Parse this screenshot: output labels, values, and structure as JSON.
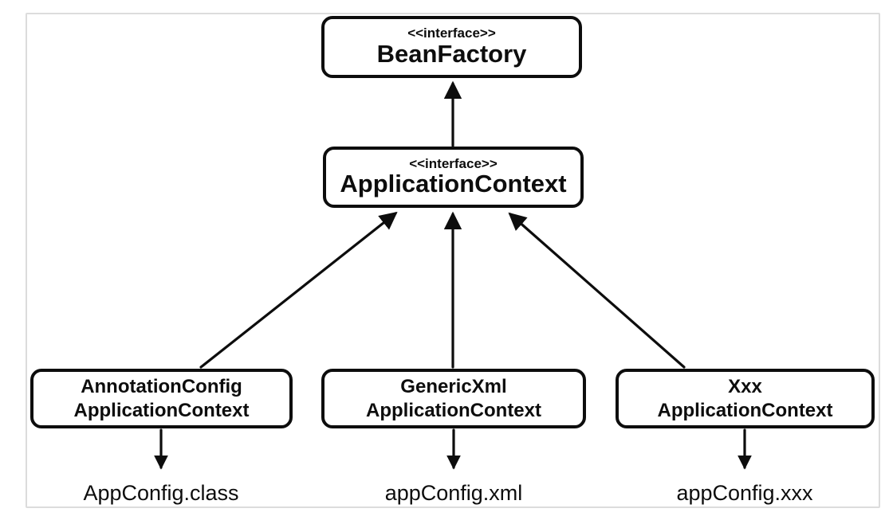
{
  "diagram": {
    "colors": {
      "background": "#ffffff",
      "stroke": "#0d0d0d",
      "frame_border": "#dcdcdc",
      "text": "#0d0d0d"
    },
    "interfaces": {
      "bean_factory": {
        "stereotype": "<<interface>>",
        "name": "BeanFactory"
      },
      "application_context": {
        "stereotype": "<<interface>>",
        "name": "ApplicationContext"
      }
    },
    "implementations": [
      {
        "name_line1": "AnnotationConfig",
        "name_line2": "ApplicationContext",
        "config_file": "AppConfig.class"
      },
      {
        "name_line1": "GenericXml",
        "name_line2": "ApplicationContext",
        "config_file": "appConfig.xml"
      },
      {
        "name_line1": "Xxx",
        "name_line2": "ApplicationContext",
        "config_file": "appConfig.xxx"
      }
    ]
  }
}
